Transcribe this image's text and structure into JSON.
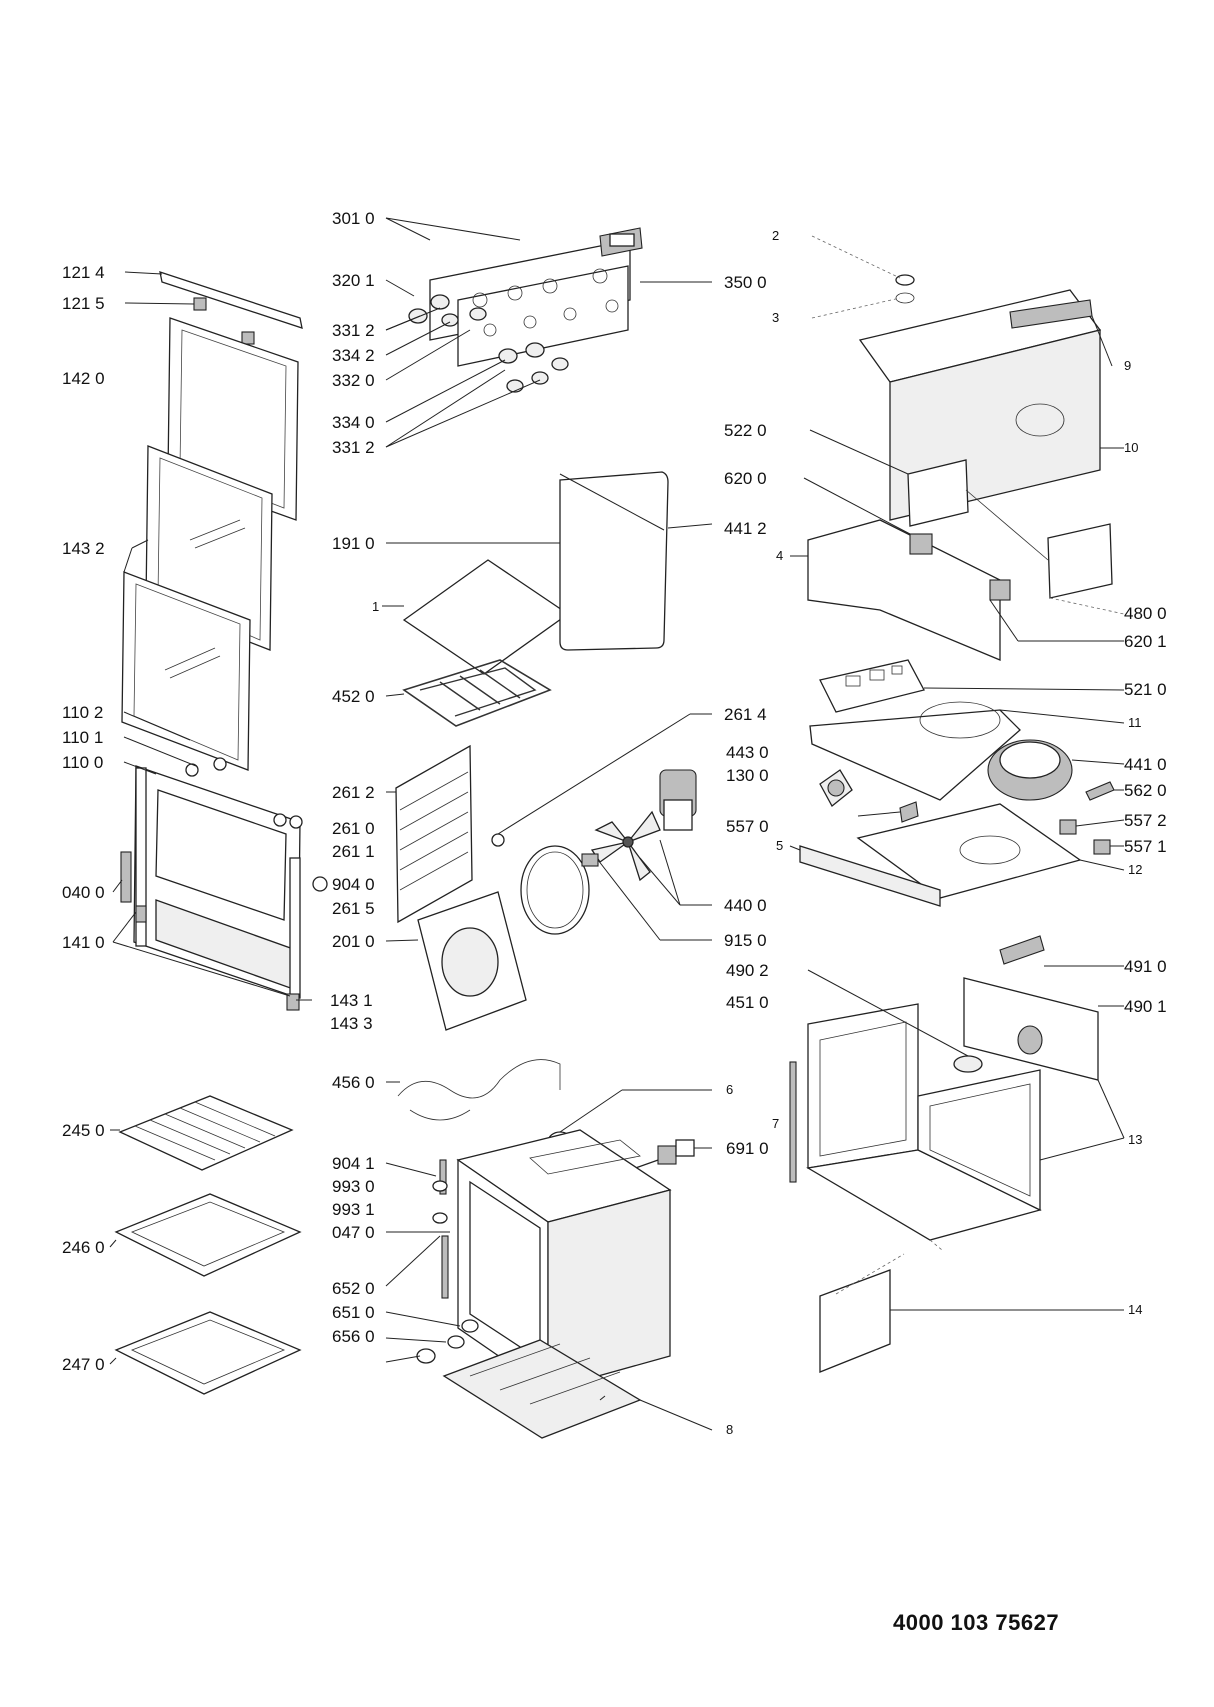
{
  "labels": {
    "301_0": "301 0",
    "320_1": "320 1",
    "331_2a": "331 2",
    "334_2": "334 2",
    "332_0": "332 0",
    "334_0": "334 0",
    "331_2b": "331 2",
    "350_0": "350 0",
    "121_4": "121 4",
    "121_5": "121 5",
    "142_0": "142 0",
    "143_2": "143 2",
    "110_2": "110 2",
    "110_1": "110 1",
    "110_0": "110 0",
    "040_0": "040 0",
    "141_0": "141 0",
    "143_1": "143 1",
    "143_3": "143 3",
    "191_0": "191 0",
    "441_2": "441 2",
    "1": "1",
    "452_0": "452 0",
    "261_4": "261 4",
    "261_2": "261 2",
    "261_0": "261 0",
    "261_1": "261 1",
    "904_0": "904 0",
    "261_5": "261 5",
    "201_0": "201 0",
    "443_0": "443 0",
    "130_0": "130 0",
    "557_0": "557 0",
    "440_0": "440 0",
    "915_0": "915 0",
    "2": "2",
    "3": "3",
    "9": "9",
    "10": "10",
    "522_0": "522 0",
    "620_0": "620 0",
    "4": "4",
    "480_0": "480 0",
    "620_1": "620 1",
    "521_0": "521 0",
    "11": "11",
    "441_0": "441 0",
    "562_0": "562 0",
    "557_2": "557 2",
    "557_1": "557 1",
    "5": "5",
    "12": "12",
    "491_0": "491 0",
    "490_2": "490 2",
    "451_0": "451 0",
    "490_1": "490 1",
    "7": "7",
    "13": "13",
    "14": "14",
    "456_0": "456 0",
    "6": "6",
    "691_0": "691 0",
    "245_0": "245 0",
    "246_0": "246 0",
    "247_0": "247 0",
    "904_1": "904 1",
    "993_0": "993 0",
    "993_1": "993 1",
    "047_0": "047 0",
    "652_0": "652 0",
    "651_0": "651 0",
    "656_0": "656 0",
    "8": "8"
  },
  "document_number": "4000 103 75627"
}
